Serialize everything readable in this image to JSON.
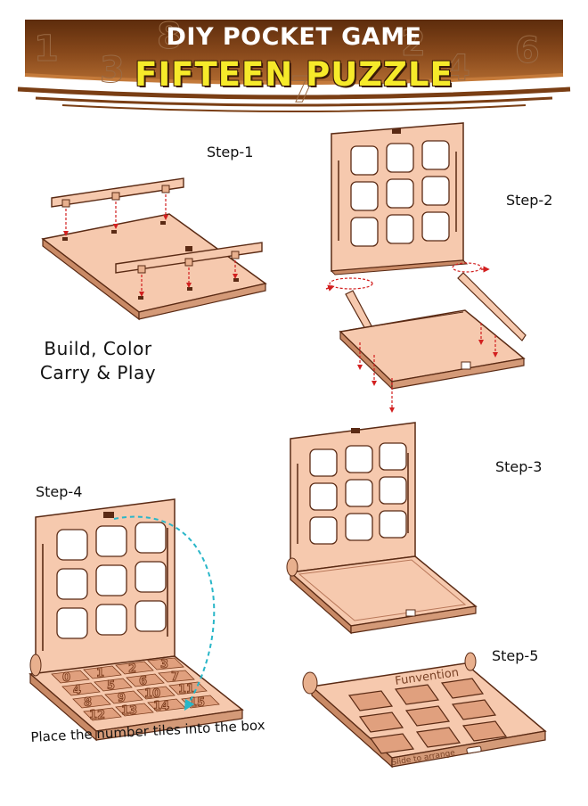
{
  "header": {
    "line1": "DIY POCKET GAME",
    "line2": "FIFTEEN PUZZLE",
    "bg_digits": [
      "1",
      "3",
      "8",
      "7",
      "2",
      "4",
      "6"
    ]
  },
  "steps": {
    "s1": "Step-1",
    "s2": "Step-2",
    "s3": "Step-3",
    "s4": "Step-4",
    "s5": "Step-5"
  },
  "tagline": {
    "line1": "Build, Color",
    "line2": "Carry & Play"
  },
  "caption": "Place the number tiles into the box",
  "step4_tiles": [
    "0",
    "1",
    "2",
    "3",
    "4",
    "5",
    "6",
    "7",
    "8",
    "9",
    "10",
    "11",
    "12",
    "13",
    "14",
    "15"
  ],
  "step5": {
    "brand": "Funvention",
    "slide": "Slide to arrange"
  },
  "colors": {
    "wood": "#f6c9ae",
    "wood_edge": "#c98a66",
    "outline": "#5a2a14",
    "header_dark": "#6b3510",
    "header_light": "#b46a2a",
    "title_yellow": "#f6ea2a",
    "arrow_red": "#d21f1f",
    "arrow_teal": "#29b6c8"
  }
}
